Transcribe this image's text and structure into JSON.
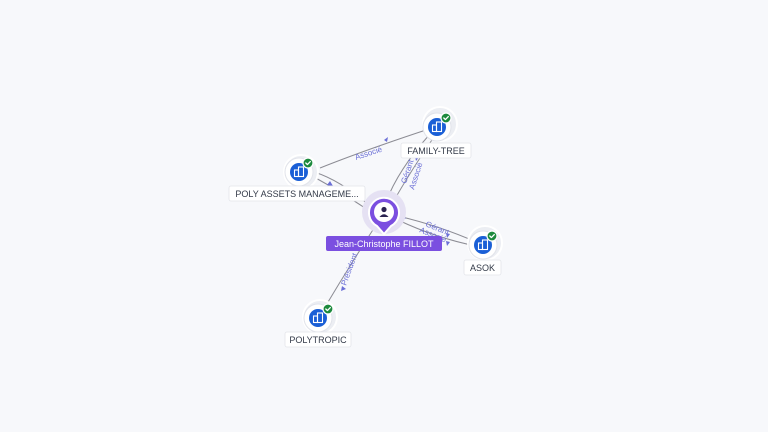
{
  "graph": {
    "center": {
      "name": "Jean-Christophe FILLOT",
      "icon": "person-icon",
      "accent": "#7b4fe0"
    },
    "companies": [
      {
        "key": "poly-assets",
        "label": "POLY ASSETS MANAGEME...",
        "icon": "building-icon",
        "verified": true
      },
      {
        "key": "family-tree",
        "label": "FAMILY-TREE",
        "icon": "building-icon",
        "verified": true
      },
      {
        "key": "asok",
        "label": "ASOK",
        "icon": "building-icon",
        "verified": true
      },
      {
        "key": "polytropic",
        "label": "POLYTROPIC",
        "icon": "building-icon",
        "verified": true
      }
    ],
    "edges": [
      {
        "from": "poly-assets",
        "to": "family-tree",
        "label": "Associé"
      },
      {
        "from": "center",
        "to": "family-tree",
        "label": "Gérant"
      },
      {
        "from": "center",
        "to": "family-tree",
        "label": "Associé"
      },
      {
        "from": "center",
        "to": "asok",
        "label": "Gérant"
      },
      {
        "from": "center",
        "to": "asok",
        "label": "Associé"
      },
      {
        "from": "center",
        "to": "polytropic",
        "label": "Président"
      },
      {
        "from": "center",
        "to": "poly-assets",
        "label": ""
      }
    ],
    "colors": {
      "company_node": "#1a5fd6",
      "verified_badge": "#1c8a3d",
      "edge_label": "#6b6fd6"
    }
  }
}
